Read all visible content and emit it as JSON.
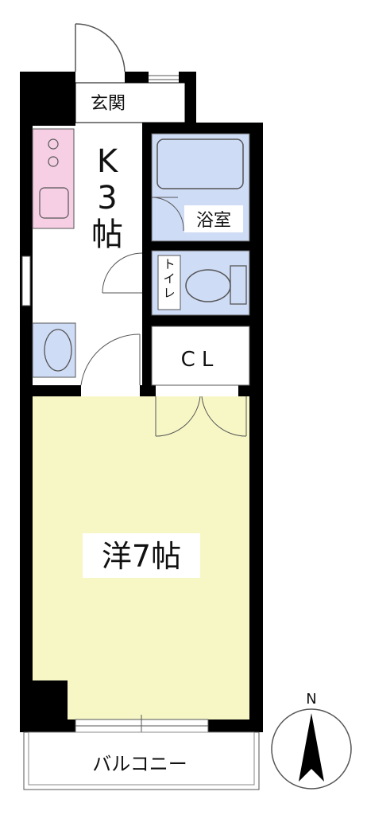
{
  "rooms": {
    "entrance": "玄関",
    "kitchen_k": "K",
    "kitchen_size": "3",
    "kitchen_unit": "帖",
    "bath": "浴室",
    "toilet": "トイレ",
    "closet": "CL",
    "western": "洋7帖",
    "balcony": "バルコニー"
  },
  "compass": {
    "north": "N"
  },
  "colors": {
    "wall": "#000000",
    "western_floor": "#f7f7c6",
    "bath_fixture": "#cfdcf6",
    "kitchen_counter": "#f6cfe5",
    "line": "#555555"
  }
}
